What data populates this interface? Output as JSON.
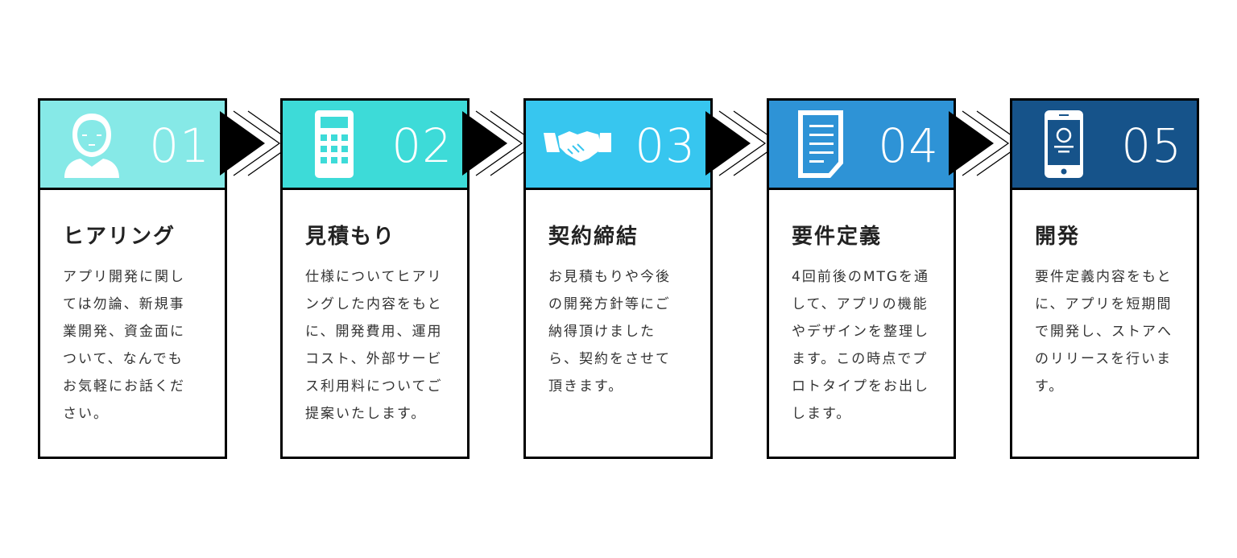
{
  "colors": {
    "step1": "#86E9E7",
    "step2": "#3DDBD8",
    "step3": "#37C6EF",
    "step4": "#2E93D6",
    "step5": "#16538A"
  },
  "steps": [
    {
      "number": "01",
      "icon": "person-icon",
      "title": "ヒアリング",
      "lines": [
        "アプリ開発に関し",
        "ては勿論、新規事",
        "業開発、資金面に",
        "ついて、なんでも",
        "お気軽にお話くだ",
        "さい。"
      ]
    },
    {
      "number": "02",
      "icon": "calculator-icon",
      "title": "見積もり",
      "lines": [
        "仕様についてヒアリ",
        "ングした内容をもと",
        "に、開発費用、運用",
        "コスト、外部サービ",
        "ス利用料についてご",
        "提案いたします。"
      ]
    },
    {
      "number": "03",
      "icon": "handshake-icon",
      "title": "契約締結",
      "lines": [
        "お見積もりや今後",
        "の開発方針等にご",
        "納得頂けました",
        "ら、契約をさせて",
        "頂きます。"
      ]
    },
    {
      "number": "04",
      "icon": "document-icon",
      "title": "要件定義",
      "lines": [
        "4回前後のMTGを通",
        "して、アプリの機能",
        "やデザインを整理し",
        "ます。この時点でプ",
        "ロトタイプをお出し",
        "します。"
      ]
    },
    {
      "number": "05",
      "icon": "smartphone-icon",
      "title": "開発",
      "lines": [
        "要件定義内容をもと",
        "に、アプリを短期間",
        "で開発し、ストアへ",
        "のリリースを行いま",
        "す。"
      ]
    }
  ]
}
